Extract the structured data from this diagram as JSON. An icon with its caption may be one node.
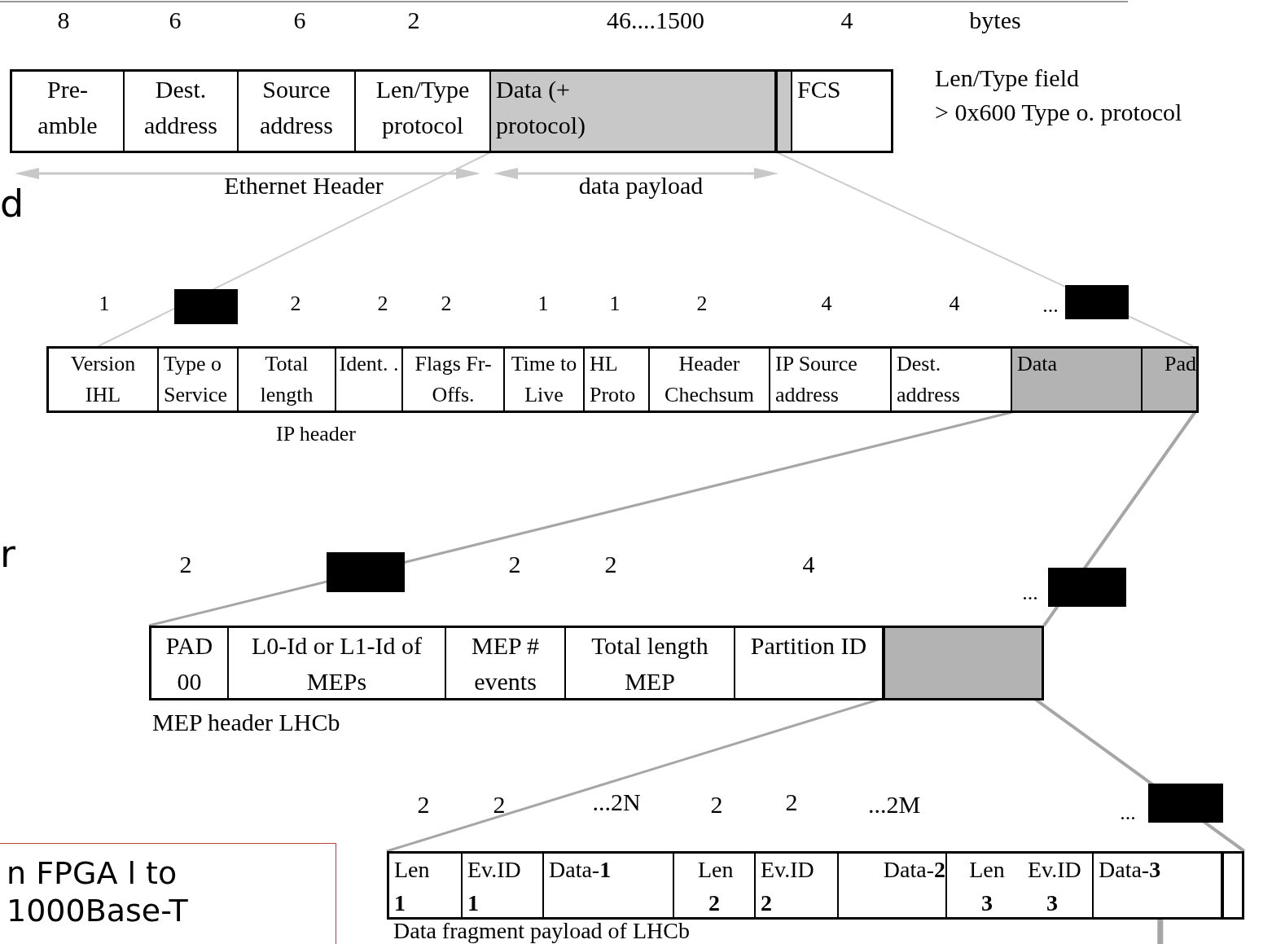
{
  "diagram": {
    "nodes": [
      {
        "text": [],
        "shape": "box"
      },
      {
        "text": [
          "Pre- amble"
        ],
        "in": 0
      },
      {
        "text": [
          "Dest. address"
        ],
        "in": 0
      },
      {
        "text": [
          "Source address"
        ],
        "in": 0
      },
      {
        "text": [
          "Len/Type protocol"
        ],
        "in": 0
      },
      {
        "text": [
          "Data (+ protocol)"
        ],
        "in": 0
      },
      {
        "text": [],
        "shape": "box",
        "in": 0
      },
      {
        "text": [
          "FCS"
        ],
        "in": 0
      },
      {
        "text": [],
        "shape": "box"
      },
      {
        "text": [
          "Version IHL"
        ],
        "in": 8
      },
      {
        "text": [
          "Type o Service"
        ],
        "in": 8
      },
      {
        "text": [
          "Total length"
        ],
        "in": 8
      },
      {
        "text": [
          "Ident. ."
        ],
        "in": 8
      },
      {
        "text": [
          "Flags Fr-Offs."
        ],
        "in": 8
      },
      {
        "text": [
          "Time to Live"
        ],
        "in": 8
      },
      {
        "text": [
          "HL Proto"
        ],
        "in": 8
      },
      {
        "text": [
          "Header Chechsum"
        ],
        "in": 8
      },
      {
        "text": [
          "IP Source address"
        ],
        "in": 8
      },
      {
        "text": [
          "Dest. address"
        ],
        "in": 8
      },
      {
        "text": [
          "Data"
        ],
        "in": 8
      },
      {
        "text": [
          "Pad"
        ],
        "in": 8
      },
      {
        "text": [],
        "shape": "box"
      },
      {
        "text": [
          "PAD 00"
        ],
        "in": 21
      },
      {
        "text": [
          "L0-Id or L1-Id of MEPs"
        ],
        "in": 21
      },
      {
        "text": [
          "MEP # events"
        ],
        "in": 21
      },
      {
        "text": [
          "Total length MEP"
        ],
        "in": 21
      },
      {
        "text": [
          "Partition ID"
        ],
        "in": 21
      },
      {
        "text": [],
        "shape": "box",
        "in": 21
      },
      {
        "text": [],
        "shape": "box"
      },
      {
        "text": [
          "Len **1**"
        ],
        "in": 28
      },
      {
        "text": [
          "Ev.ID **1**"
        ],
        "in": 28
      },
      {
        "text": [
          "Data-**1**"
        ],
        "in": 28
      },
      {
        "text": [
          "Len **2**"
        ],
        "in": 28
      },
      {
        "text": [
          "Ev.ID **2**"
        ],
        "in": 28
      },
      {
        "text": [
          "Data-**2**"
        ],
        "in": 28
      },
      {
        "text": [
          "Len **3**",
          "Ev.ID **3**"
        ],
        "in": 28
      },
      {
        "text": [
          "Data-**3**"
        ],
        "in": 28
      },
      {
        "text": [],
        "shape": "box",
        "in": 28
      },
      {
        "text": [
          "n FPGA l to 1000Base-T"
        ]
      }
    ],
    "edges": [
      {
        "from": 5,
        "to": 8,
        "arrow": "none",
        "color": "#cccccc"
      },
      {
        "from": 5,
        "to": 8,
        "arrow": "none",
        "color": "#cccccc"
      },
      {
        "from": 19,
        "to": 21,
        "arrow": "none"
      },
      {
        "from": 20,
        "to": 21,
        "arrow": "none"
      },
      {
        "from": 27,
        "to": 28,
        "arrow": "none"
      },
      {
        "from": 27,
        "to": 28,
        "arrow": "none"
      },
      {
        "from": 28,
        "to": null,
        "arrow": "none",
        "style": "thick"
      }
    ],
    "labels": [
      "8",
      "6",
      "6",
      "2",
      "46....1500",
      "4",
      "bytes",
      "Len/Type field",
      "> 0x600  Type o. protocol",
      "Ethernet Header",
      "data payload",
      "d",
      "1",
      "2",
      "2",
      "2",
      "1",
      "1",
      "2",
      "4",
      "4",
      "...",
      "IP header",
      "r",
      "2",
      "2",
      "2",
      "4",
      "...",
      "MEP header LHCb",
      "2",
      "2",
      "...2N",
      "2",
      "2",
      "...2M",
      "...",
      "Data fragment payload of LHCb"
    ]
  }
}
